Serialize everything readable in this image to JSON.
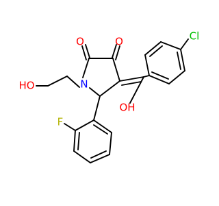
{
  "atoms": {
    "O_ketone_left": "O",
    "O_ketone_right": "O",
    "N_ring": "N",
    "OH_hydroxyethyl": "HO",
    "OH_enol": "OH",
    "Cl": "Cl",
    "F": "F"
  },
  "colors": {
    "bond": "#000000",
    "oxygen": "#ff0000",
    "nitrogen": "#0000ff",
    "chlorine": "#00c000",
    "fluorine": "#b3b300"
  }
}
